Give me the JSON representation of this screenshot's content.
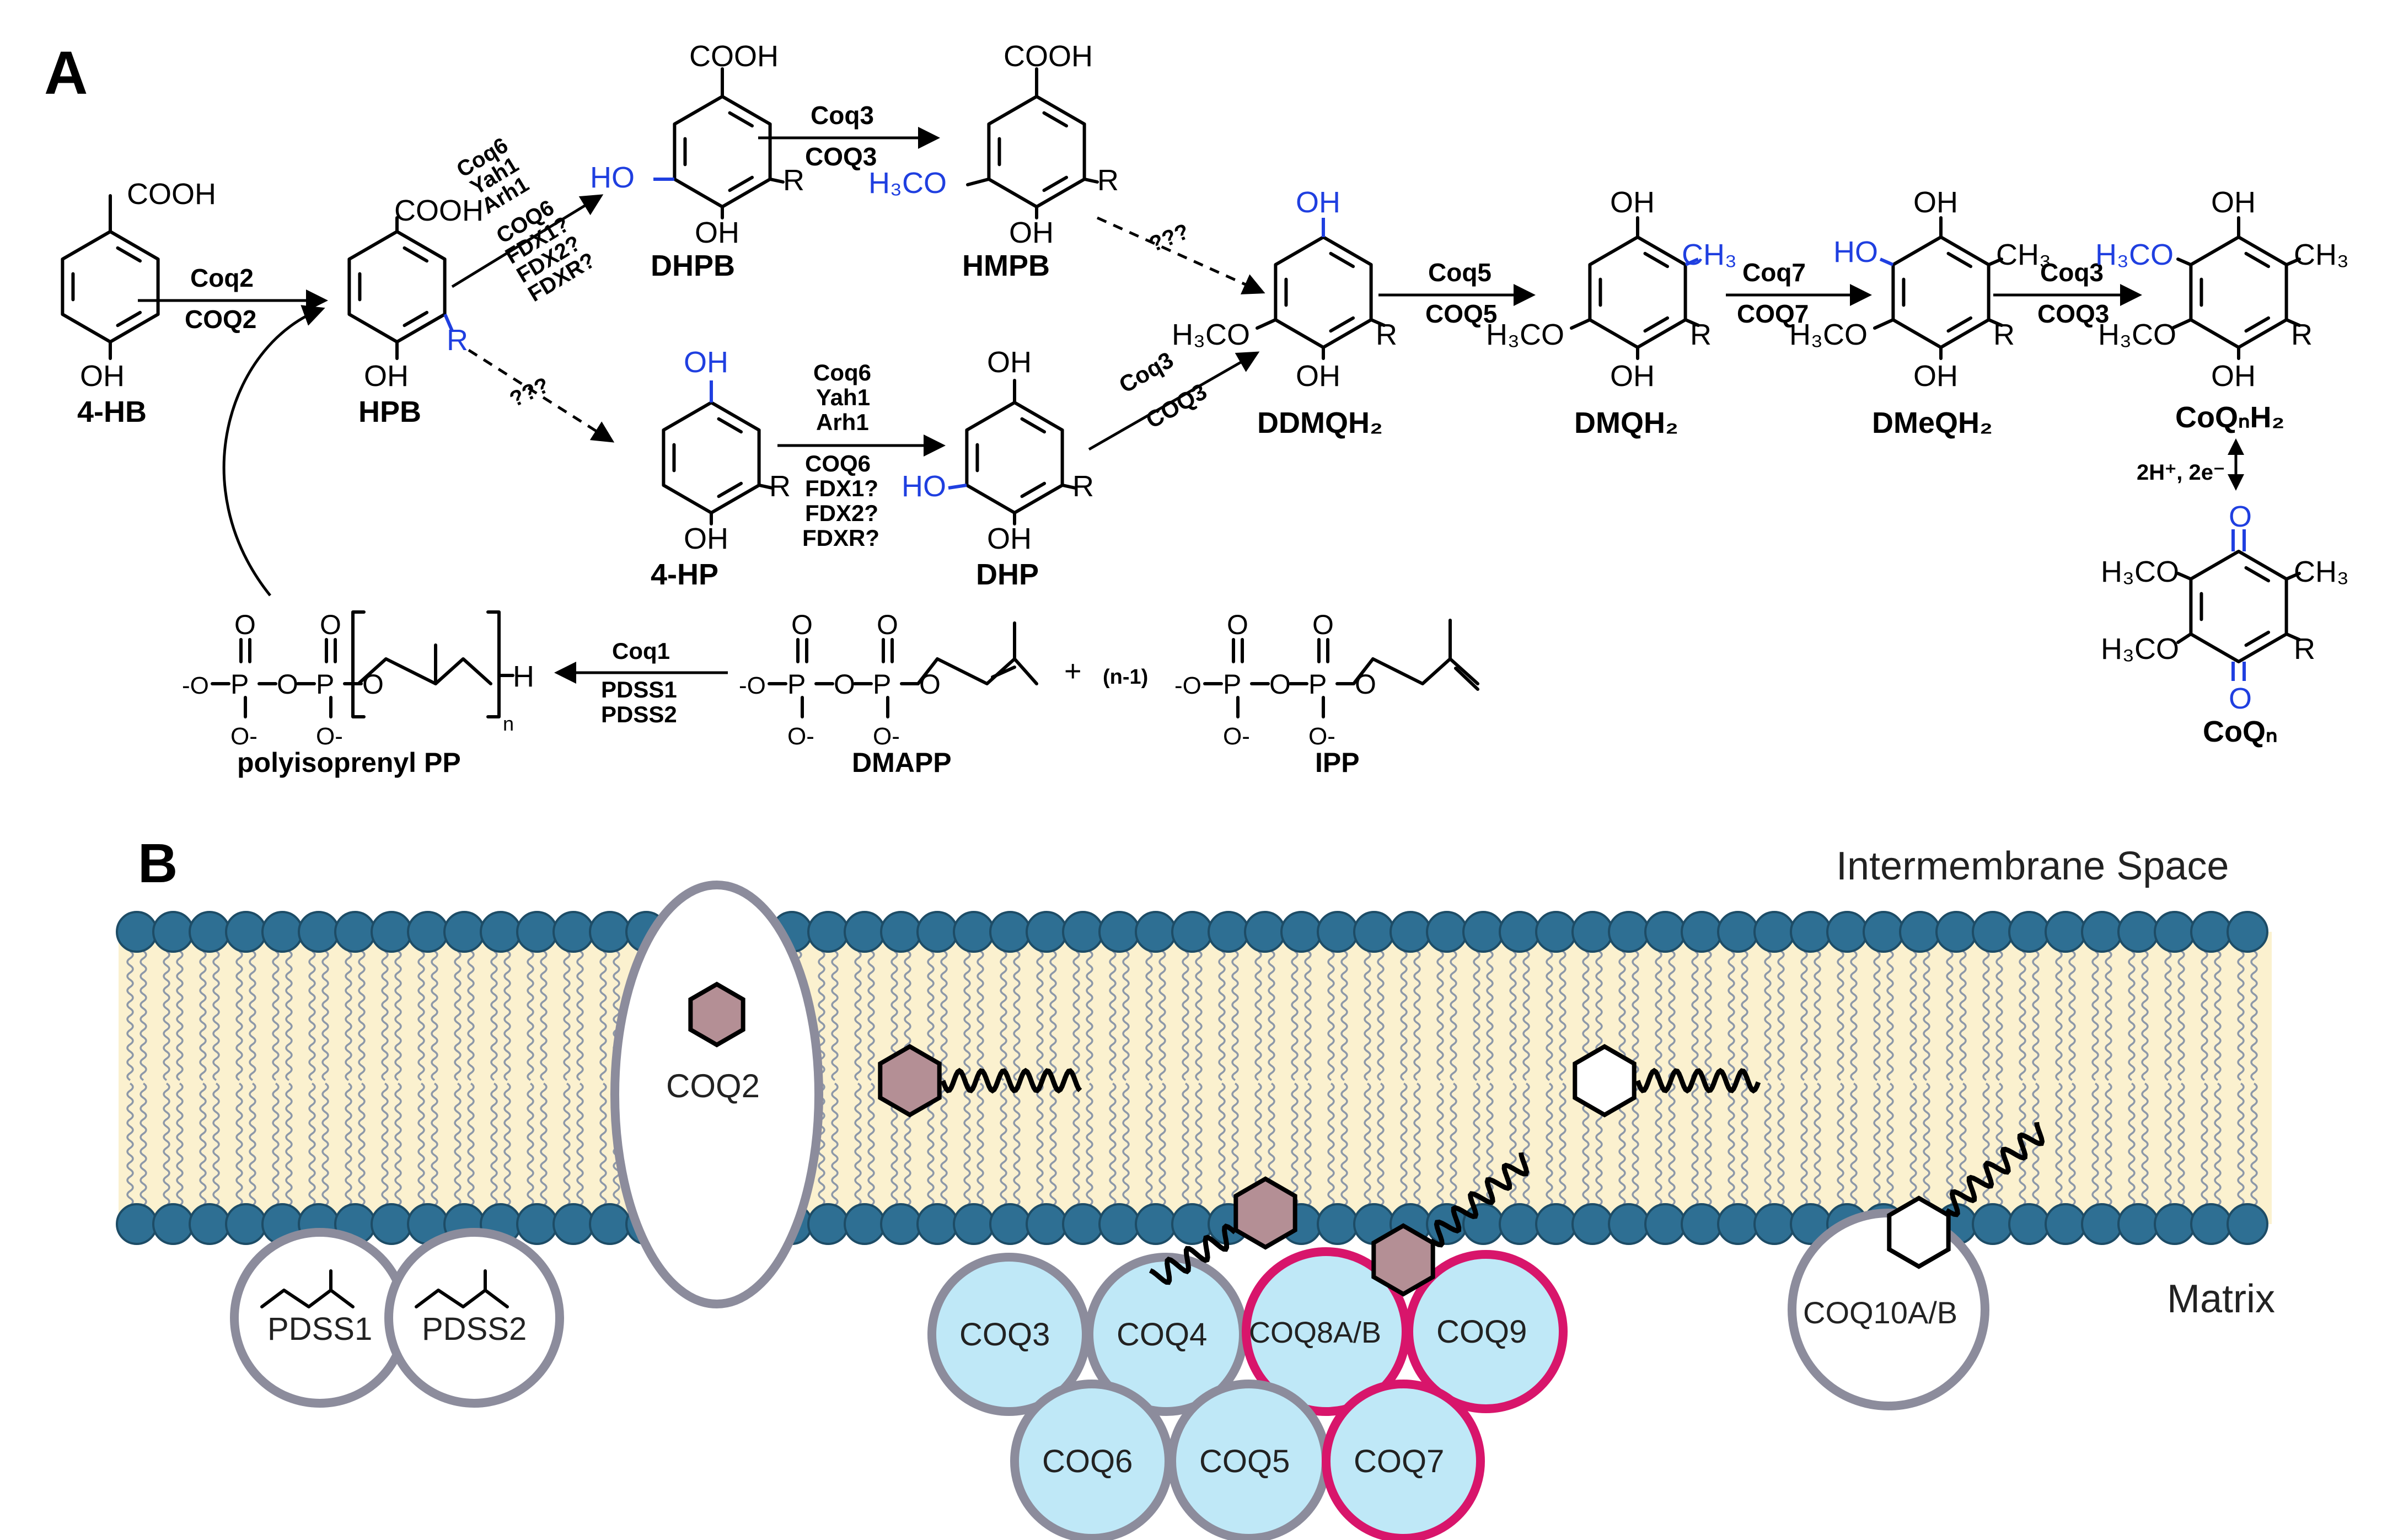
{
  "panelA": {
    "label": "A",
    "compounds": {
      "hb4": {
        "name": "4-HB",
        "top": "COOH",
        "bottom": "OH"
      },
      "hpb": {
        "name": "HPB",
        "top": "COOH",
        "bottom": "OH",
        "r": "R"
      },
      "dhpb": {
        "name": "DHPB",
        "top": "COOH",
        "left": "HO",
        "bottom": "OH",
        "r": "R"
      },
      "hmpb": {
        "name": "HMPB",
        "top": "COOH",
        "left": "H₃CO",
        "bottom": "OH",
        "r": "R"
      },
      "hp4": {
        "name": "4-HP",
        "top": "OH",
        "bottom": "OH",
        "r": "R"
      },
      "dhp": {
        "name": "DHP",
        "top": "OH",
        "left": "HO",
        "bottom": "OH",
        "r": "R"
      },
      "ddmqh2": {
        "name": "DDMQH₂",
        "top": "OH",
        "left": "H₃CO",
        "bottom": "OH",
        "r": "R"
      },
      "dmqh2": {
        "name": "DMQH₂",
        "top": "OH",
        "left": "H₃CO",
        "bottom": "OH",
        "r": "R",
        "ch3": "CH₃"
      },
      "dmeqh2": {
        "name": "DMeQH₂",
        "top": "OH",
        "ho": "HO",
        "left": "H₃CO",
        "bottom": "OH",
        "r": "R",
        "ch3": "CH₃"
      },
      "coqh2": {
        "name": "CoQₙH₂",
        "top": "OH",
        "h3co1": "H₃CO",
        "left": "H₃CO",
        "bottom": "OH",
        "r": "R",
        "ch3": "CH₃"
      },
      "coq": {
        "name": "CoQₙ",
        "o": "O",
        "h3co1": "H₃CO",
        "h3co2": "H₃CO",
        "r": "R",
        "ch3": "CH₃"
      },
      "polyPP": {
        "name": "polyisoprenyl PP",
        "h": "H",
        "n": "n"
      },
      "dmapp": {
        "name": "DMAPP"
      },
      "ipp": {
        "name": "IPP",
        "coef": "(n-1)",
        "plus": "+"
      }
    },
    "phosphate": {
      "p": "P",
      "o": "O",
      "om": "-O",
      "minus": "O-"
    },
    "enzymes": {
      "coq2": {
        "top": "Coq2",
        "bottom": "COQ2"
      },
      "coq6up": {
        "lines": [
          "Coq6",
          "Yah1",
          "Arh1",
          "COQ6",
          "FDX1?",
          "FDX2?",
          "FDXR?"
        ]
      },
      "coq3up": {
        "top": "Coq3",
        "bottom": "COQ3"
      },
      "coq6low": {
        "top": [
          "Coq6",
          "Yah1",
          "Arh1"
        ],
        "bottom": [
          "COQ6",
          "FDX1?",
          "FDX2?",
          "FDXR?"
        ]
      },
      "coq3low": {
        "top": "Coq3",
        "bottom": "COQ3"
      },
      "coq5": {
        "top": "Coq5",
        "bottom": "COQ5"
      },
      "coq7": {
        "top": "Coq7",
        "bottom": "COQ7"
      },
      "coq3b": {
        "top": "Coq3",
        "bottom": "COQ3"
      },
      "coq1": {
        "top": "Coq1",
        "bottom": [
          "PDSS1",
          "PDSS2"
        ]
      },
      "unknown": "???",
      "redox": "2H⁺, 2e⁻"
    }
  },
  "panelB": {
    "label": "B",
    "ims": "Intermembrane Space",
    "matrix": "Matrix",
    "proteins": {
      "coq2": "COQ2",
      "pdss1": "PDSS1",
      "pdss2": "PDSS2",
      "coq3": "COQ3",
      "coq4": "COQ4",
      "coq8": "COQ8A/B",
      "coq9": "COQ9",
      "coq6": "COQ6",
      "coq5": "COQ5",
      "coq7": "COQ7",
      "coq10": "COQ10A/B"
    },
    "colors": {
      "headgroup": "#2e6f93",
      "core": "#fbf1cf",
      "complex": "#bfe8f7",
      "outline": "#8c8c9c",
      "pink": "#d8156b",
      "ring": "#b48f95"
    }
  }
}
